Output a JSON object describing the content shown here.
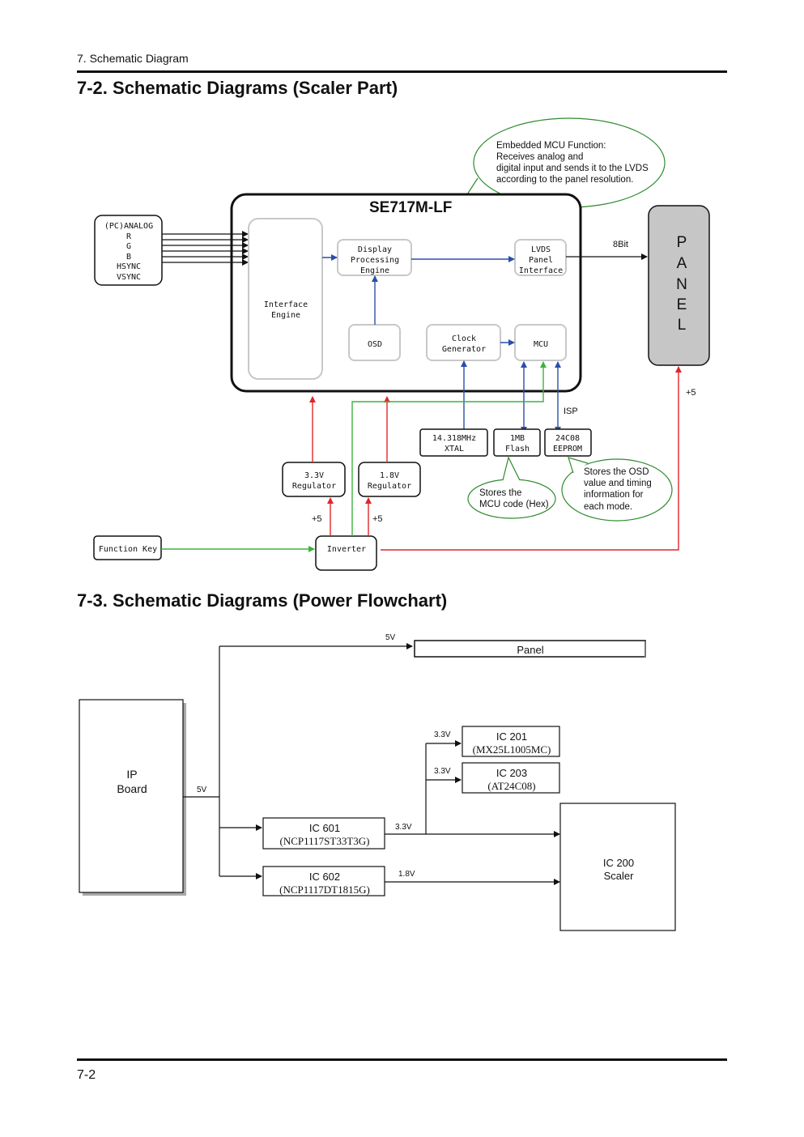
{
  "header": {
    "section_label": "7. Schematic Diagram"
  },
  "scaler": {
    "title": "7-2. Schematic Diagrams (Scaler Part)",
    "chip_name": "SE717M-LF",
    "callout_mcu": [
      "Embedded MCU Function:",
      "Receives analog and",
      "digital input and sends it to the LVDS",
      "according to the panel resolution."
    ],
    "input_block": [
      "(PC)ANALOG",
      "R",
      "G",
      "B",
      "HSYNC",
      "VSYNC"
    ],
    "interface_engine": [
      "Interface",
      "Engine"
    ],
    "display_engine": [
      "Display",
      "Processing",
      "Engine"
    ],
    "lvds": [
      "LVDS",
      "Panel",
      "Interface"
    ],
    "osd": "OSD",
    "clock_gen": [
      "Clock",
      "Generator"
    ],
    "mcu": "MCU",
    "panel_letters": [
      "P",
      "A",
      "N",
      "E",
      "L"
    ],
    "bit_label": "8Bit",
    "plus5_panel": "+5",
    "isp_label": "ISP",
    "xtal": [
      "14.318MHz",
      "XTAL"
    ],
    "flash": [
      "1MB",
      "Flash"
    ],
    "eeprom": [
      "24C08",
      "EEPROM"
    ],
    "reg33": [
      "3.3V",
      "Regulator"
    ],
    "reg18": [
      "1.8V",
      "Regulator"
    ],
    "plus5_a": "+5",
    "plus5_b": "+5",
    "callout_flash": [
      "Stores the",
      "MCU code (Hex)"
    ],
    "callout_eeprom": [
      "Stores the OSD",
      "value and timing",
      "information for",
      "each mode."
    ],
    "function_key": "Function Key",
    "inverter": "Inverter"
  },
  "power": {
    "title": "7-3. Schematic Diagrams (Power Flowchart)",
    "ip_board": [
      "IP",
      "Board"
    ],
    "label_5v_main": "5V",
    "label_5v_panel": "5V",
    "panel": "Panel",
    "ic601": [
      "IC 601",
      "(NCP1117ST33T3G)"
    ],
    "ic602": [
      "IC 602",
      "(NCP1117DT1815G)"
    ],
    "label_33v_out": "3.3V",
    "label_18v_out": "1.8V",
    "label_33v_201": "3.3V",
    "label_33v_203": "3.3V",
    "ic201": [
      "IC 201",
      "(MX25L1005MC)"
    ],
    "ic203": [
      "IC 203",
      "(AT24C08)"
    ],
    "ic200": [
      "IC 200",
      "Scaler"
    ]
  },
  "footer": {
    "page": "7-2"
  },
  "colors": {
    "blue_signal": "#2b4fa8",
    "red_power": "#e0262b",
    "green_control": "#3fb23f",
    "panel_fill": "#c6c6c6"
  }
}
